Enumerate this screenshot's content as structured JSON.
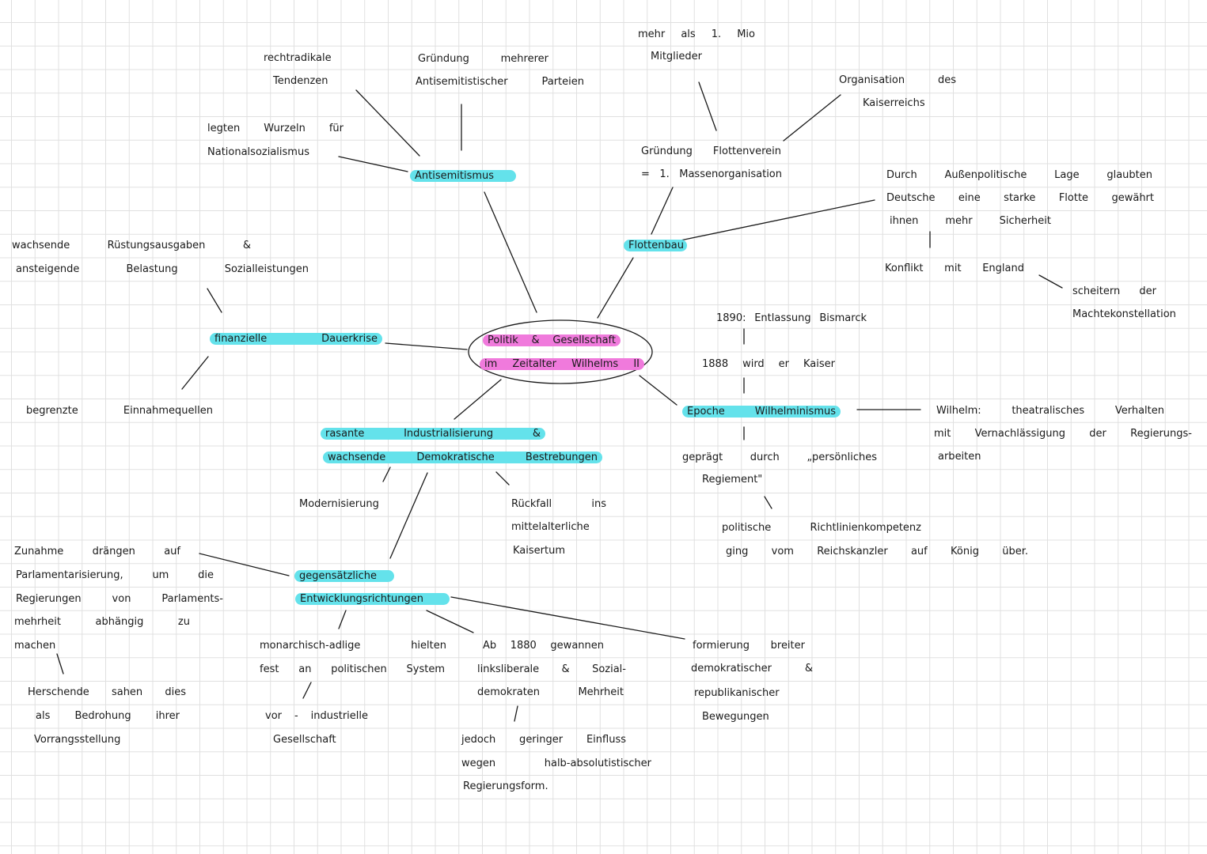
{
  "center": {
    "line1": "Politik & Gesellschaft",
    "line2": "im Zeitalter Wilhelms II"
  },
  "antisemitismus": {
    "label": "Antisemitismus",
    "tendenzen": [
      "rechtradikale",
      "Tendenzen"
    ],
    "parteien": [
      "Gründung mehrerer",
      "Antisemitistischer Parteien"
    ],
    "wurzeln": [
      "legten Wurzeln für",
      "Nationalsozialismus"
    ]
  },
  "flottenbau": {
    "label": "Flottenbau",
    "flottenverein": [
      "Gründung Flottenverein",
      "= 1. Massenorganisation"
    ],
    "mitglieder": [
      "mehr als 1. Mio",
      "Mitglieder"
    ],
    "organisation": [
      "Organisation des",
      "Kaiserreichs"
    ],
    "sicherheit": [
      "Durch Außenpolitische Lage glaubten",
      "Deutsche eine starke Flotte gewährt",
      "ihnen mehr Sicherheit"
    ],
    "konflikt": "Konflikt mit England",
    "scheitern": [
      "scheitern der",
      "Machtekonstellation"
    ]
  },
  "finanzkrise": {
    "label": "finanzielle Dauerkrise",
    "ausgaben": [
      "wachsende Rüstungsausgaben &",
      "ansteigende Belastung Sozialleistungen"
    ],
    "einnahmen": "begrenzte Einnahmequellen"
  },
  "wilhelminismus": {
    "label": "Epoche Wilhelminismus",
    "entlassung": "1890: Entlassung Bismarck",
    "kaiser": "1888 wird er Kaiser",
    "verhalten": [
      "Wilhelm: theatralisches Verhalten",
      "mit Vernachlässigung der Regierungs-",
      "arbeiten"
    ],
    "regiment": [
      "geprägt durch „persönliches",
      "Regiement\""
    ],
    "kompetenz": [
      "politische Richtlinienkompetenz",
      "ging vom Reichskanzler auf König über."
    ]
  },
  "industrialisierung": {
    "label": [
      "rasante Industrialisierung &",
      "wachsende Demokratische Bestrebungen"
    ],
    "modernisierung": "Modernisierung",
    "rueckfall": [
      "Rückfall ins",
      "mittelalterliche",
      "Kaisertum"
    ],
    "gegensaetze": {
      "label": [
        "gegensätzliche",
        "Entwicklungsrichtungen"
      ],
      "parlament": [
        "Zunahme drängen auf",
        "Parlamentarisierung, um die",
        "Regierungen von Parlaments-",
        "mehrheit abhängig zu",
        "machen"
      ],
      "bedrohung": [
        "Herschende sahen dies",
        "als Bedrohung ihrer",
        "Vorrangsstellung"
      ],
      "monarchisch": [
        "monarchisch-adlige hielten",
        "fest an politischen System"
      ],
      "vorindustriell": [
        "vor - industrielle",
        "Gesellschaft"
      ],
      "mehrheit": [
        "Ab 1880 gewannen",
        "linksliberale & Sozial-",
        "demokraten Mehrheit"
      ],
      "einfluss": [
        "jedoch geringer Einfluss",
        "wegen halb-absolutistischer",
        "Regierungsform."
      ],
      "bewegungen": [
        "formierung breiter",
        "demokratischer &",
        "republikanischer",
        "Bewegungen"
      ]
    }
  },
  "colors": {
    "highlight_cyan": "#64e2eb",
    "highlight_pink": "#f07adc",
    "ink": "#1a1a1a",
    "grid": "#e0e0e0"
  }
}
